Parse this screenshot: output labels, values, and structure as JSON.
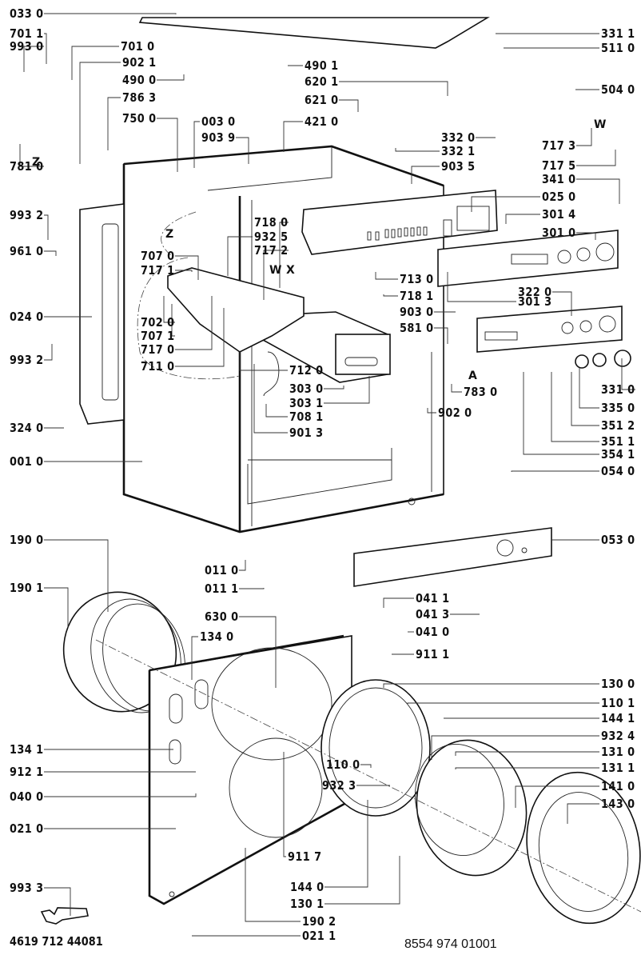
{
  "diagram": {
    "title": "Washing machine exploded parts diagram",
    "footer_left": "4619 712 44081",
    "footer_right": "8554 974 01001",
    "markers": [
      "Z",
      "Z",
      "X",
      "W",
      "W",
      "A"
    ],
    "labels_left": [
      "033 0",
      "701 1",
      "993 0",
      "781 0",
      "993 2",
      "961 0",
      "024 0",
      "993 2",
      "324 0",
      "001 0",
      "190 0",
      "190 1",
      "134 1",
      "912 1",
      "040 0",
      "021 0",
      "993 3"
    ],
    "labels_center": [
      "701 0",
      "902 1",
      "490 0",
      "786 3",
      "750 0",
      "003 0",
      "903 9",
      "490 1",
      "620 1",
      "621 0",
      "421 0",
      "332 0",
      "332 1",
      "903 5",
      "718 0",
      "932 5",
      "717 2",
      "707 0",
      "717 1",
      "702 0",
      "707 1",
      "717 0",
      "711 0",
      "712 0",
      "303 0",
      "303 1",
      "708 1",
      "901 3",
      "713 0",
      "718 1",
      "903 0",
      "581 0",
      "783 0",
      "902 0",
      "011 0",
      "011 1",
      "630 0",
      "134 0",
      "041 1",
      "041 3",
      "041 0",
      "911 1",
      "110 0",
      "932 3",
      "911 7",
      "144 0",
      "130 1",
      "190 2",
      "021 1",
      "717 3",
      "717 5",
      "341 0",
      "025 0",
      "301 4",
      "301 0",
      "301 3",
      "322 0"
    ],
    "labels_right": [
      "331 1",
      "511 0",
      "504 0",
      "331 0",
      "335 0",
      "351 2",
      "351 1",
      "354 1",
      "054 0",
      "053 0",
      "130 0",
      "110 1",
      "144 1",
      "932 4",
      "131 0",
      "131 1",
      "141 0",
      "143 0"
    ]
  }
}
